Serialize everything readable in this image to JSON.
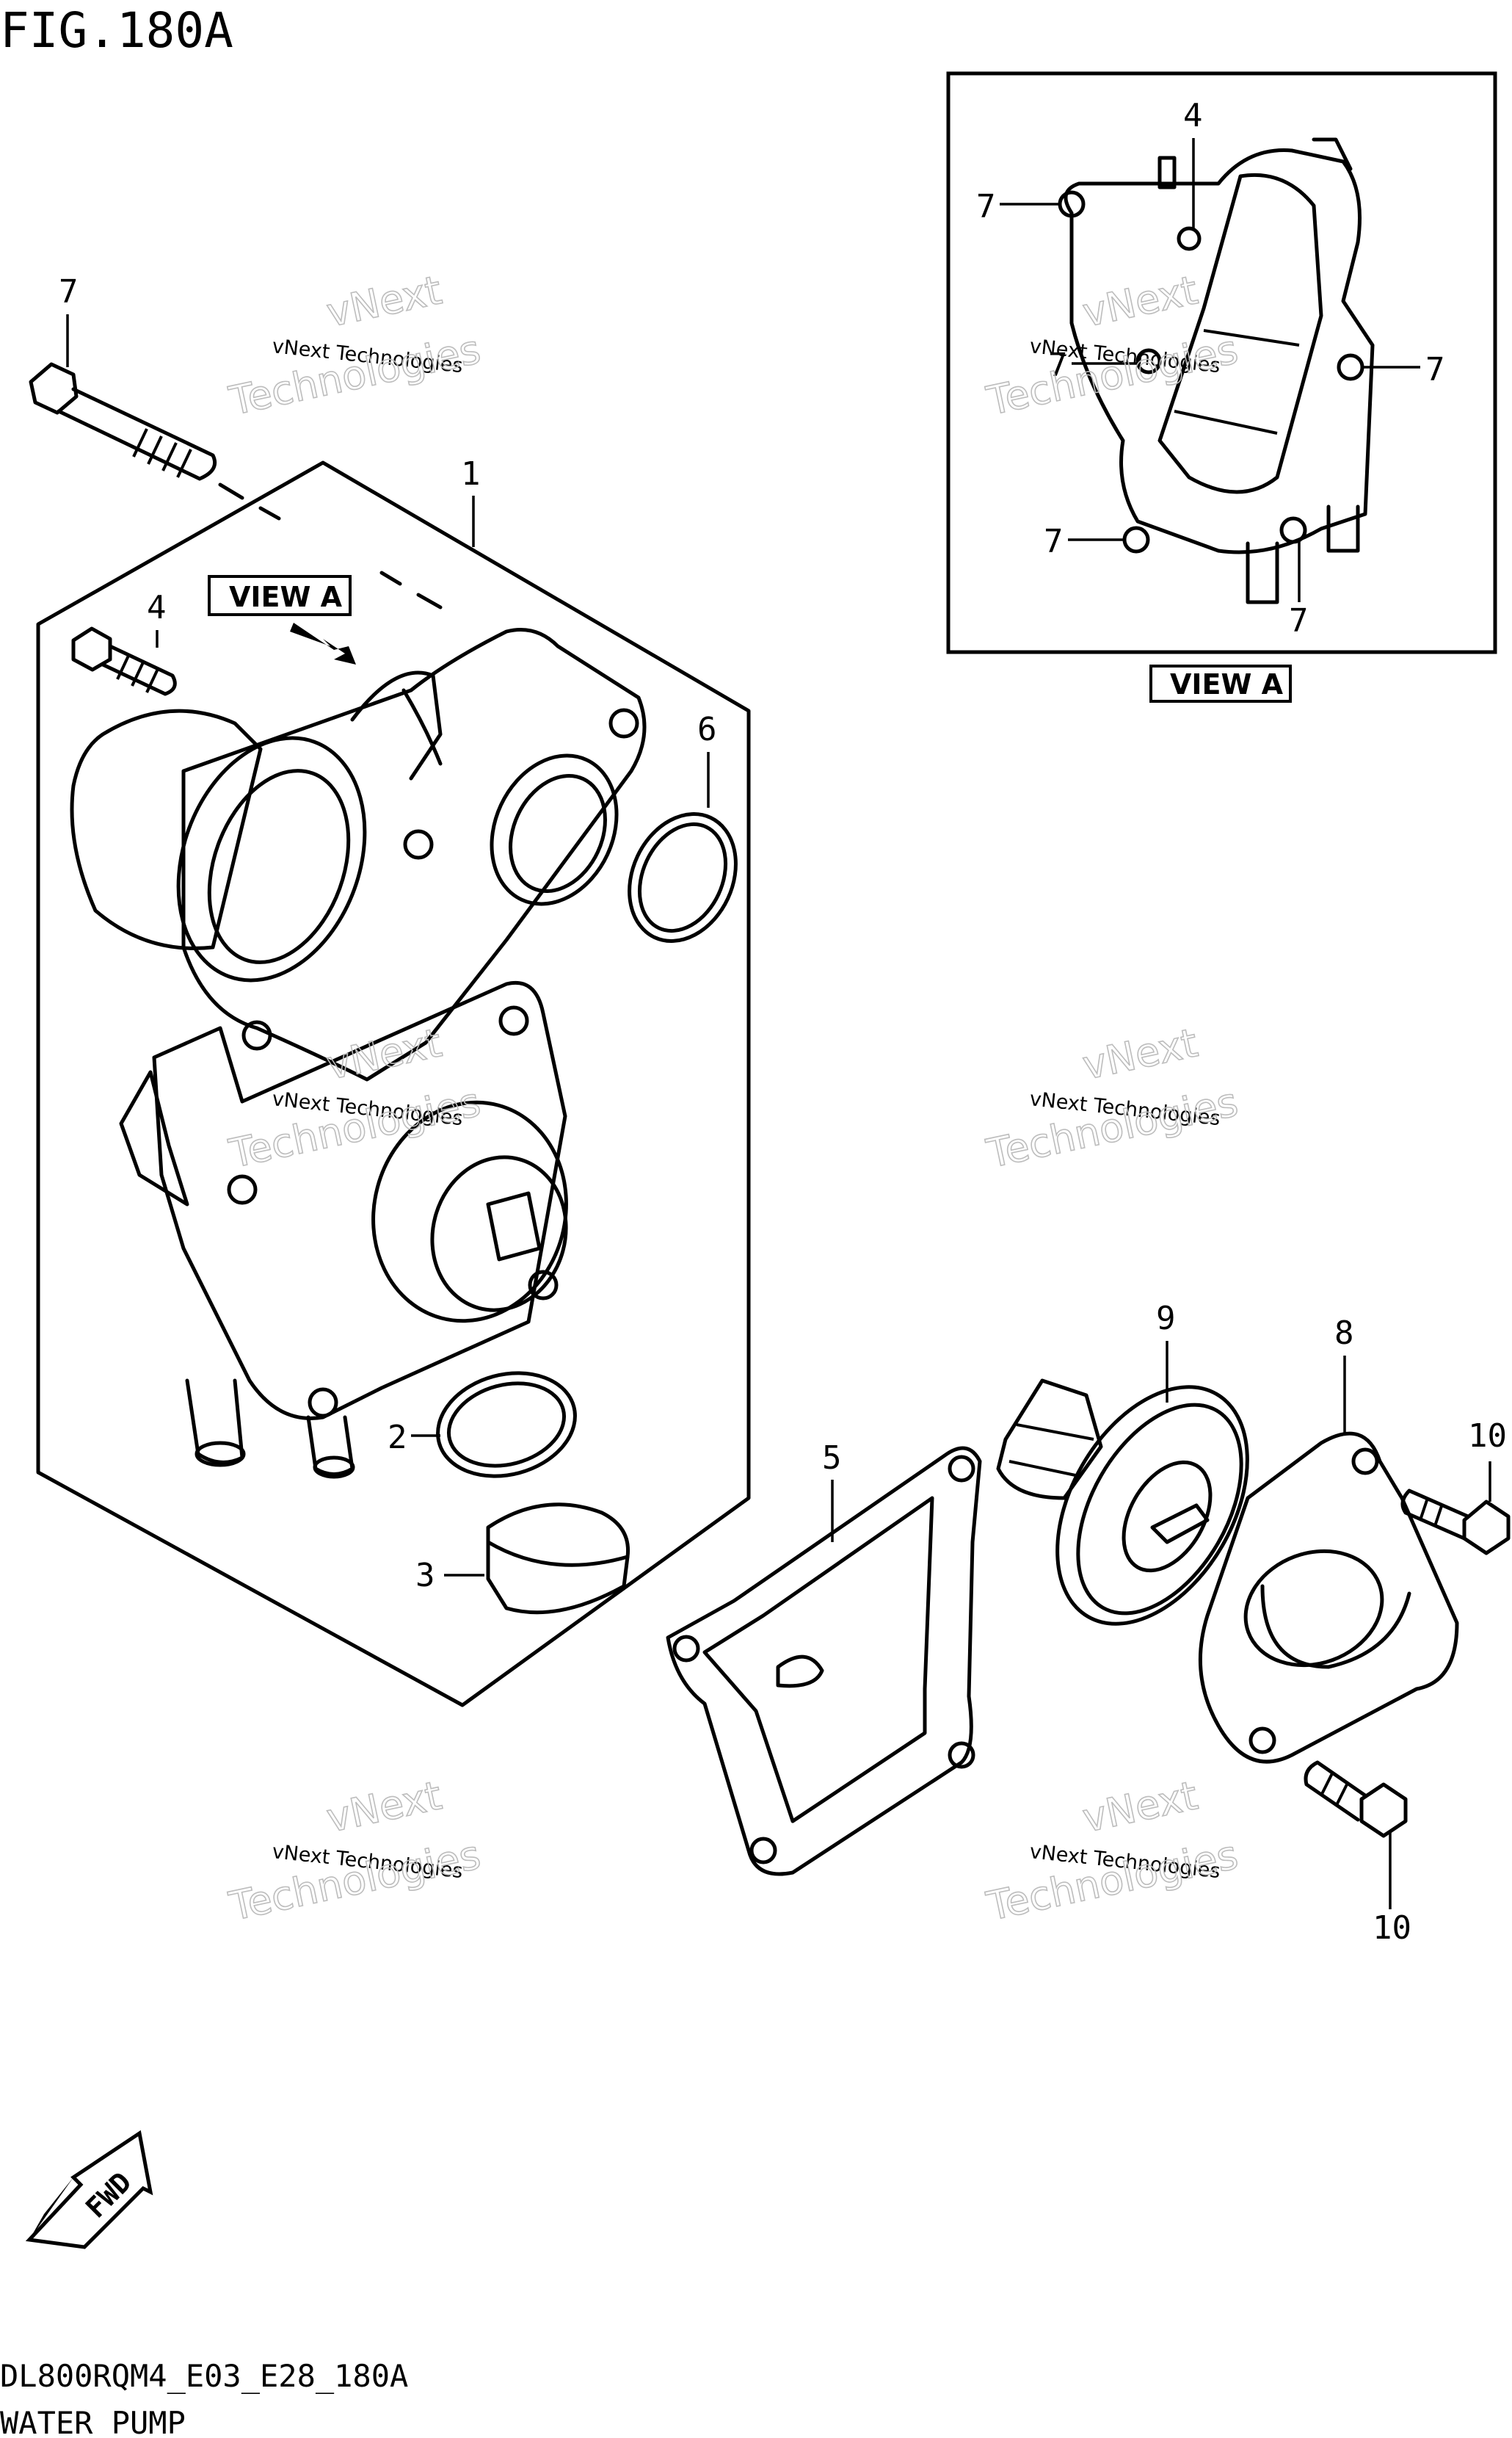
{
  "figure": {
    "title": "FIG.180A"
  },
  "footer": {
    "code": "DL800RQM4_E03_E28_180A",
    "name": "WATER PUMP"
  },
  "view_label": "VIEW A",
  "fwd_label": "FWD",
  "watermark": {
    "small": "vNext Technologies",
    "big_1": "vNext",
    "big_2": "Technologies"
  },
  "callouts": {
    "c1": "1",
    "c2": "2",
    "c3": "3",
    "c4a": "4",
    "c4b": "4",
    "c5": "5",
    "c6": "6",
    "c7a": "7",
    "c7b": "7",
    "c7c": "7",
    "c7d": "7",
    "c7e": "7",
    "c7f": "7",
    "c8": "8",
    "c9": "9",
    "c10a": "10",
    "c10b": "10"
  }
}
